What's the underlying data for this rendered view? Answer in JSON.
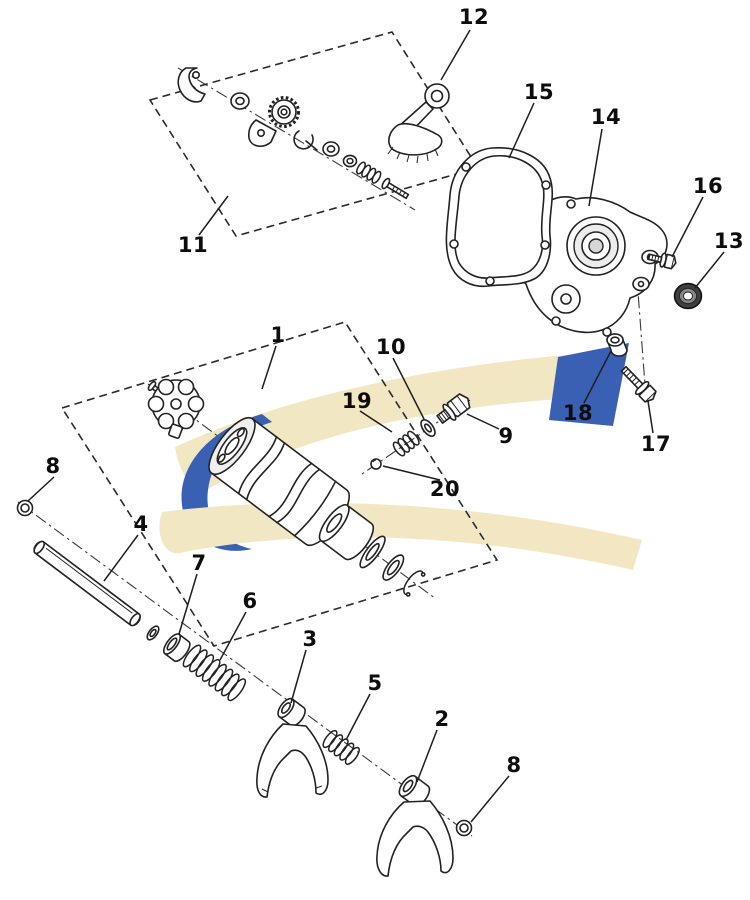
{
  "diagram": {
    "kind": "exploded-parts-diagram",
    "background_color": "#ffffff",
    "line_color": "#222222",
    "watermark": {
      "gold": "#f2e6c0",
      "blue": "#3058b0"
    },
    "labels": [
      {
        "text": "12"
      },
      {
        "text": "15"
      },
      {
        "text": "14"
      },
      {
        "text": "16"
      },
      {
        "text": "13"
      },
      {
        "text": "11"
      },
      {
        "text": "1"
      },
      {
        "text": "10"
      },
      {
        "text": "19"
      },
      {
        "text": "9"
      },
      {
        "text": "18"
      },
      {
        "text": "17"
      },
      {
        "text": "20"
      },
      {
        "text": "8"
      },
      {
        "text": "4"
      },
      {
        "text": "7"
      },
      {
        "text": "6"
      },
      {
        "text": "3"
      },
      {
        "text": "5"
      },
      {
        "text": "2"
      },
      {
        "text": "8"
      }
    ]
  }
}
